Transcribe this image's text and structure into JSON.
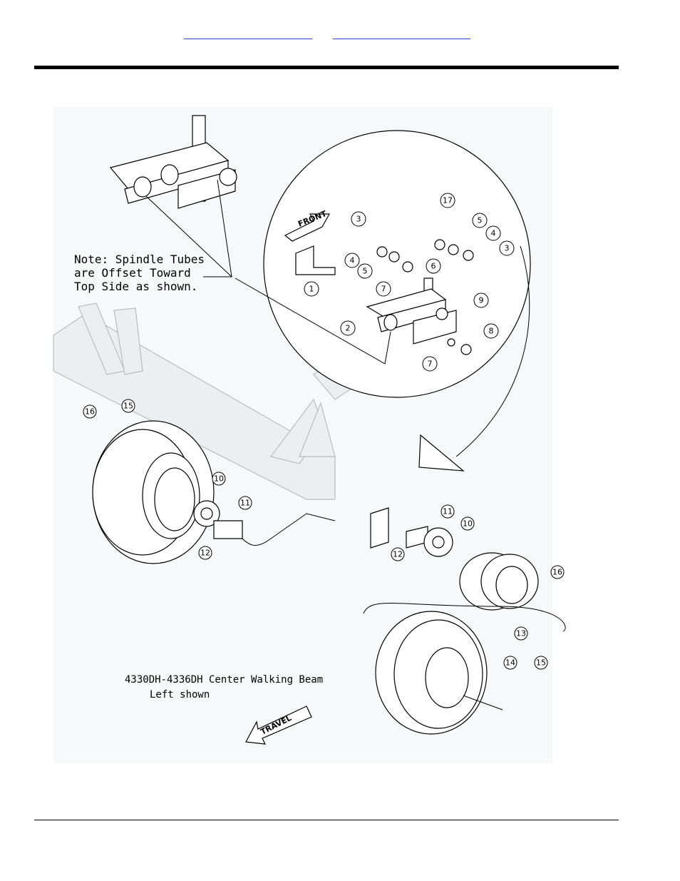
{
  "header": {
    "links": [
      "",
      ""
    ]
  },
  "figure": {
    "note_lines": [
      "Note: Spindle Tubes",
      "are Offset Toward",
      "Top Side as shown."
    ],
    "caption_lines": [
      "4330DH-4336DH Center Walking Beam",
      "Left shown"
    ],
    "front_label": "FRONT",
    "travel_label": "TRAVEL",
    "callouts": [
      "1",
      "2",
      "3",
      "3",
      "4",
      "4",
      "5",
      "5",
      "6",
      "7",
      "7",
      "8",
      "9",
      "10",
      "10",
      "11",
      "11",
      "12",
      "12",
      "13",
      "14",
      "15",
      "15",
      "16",
      "16",
      "17"
    ]
  }
}
